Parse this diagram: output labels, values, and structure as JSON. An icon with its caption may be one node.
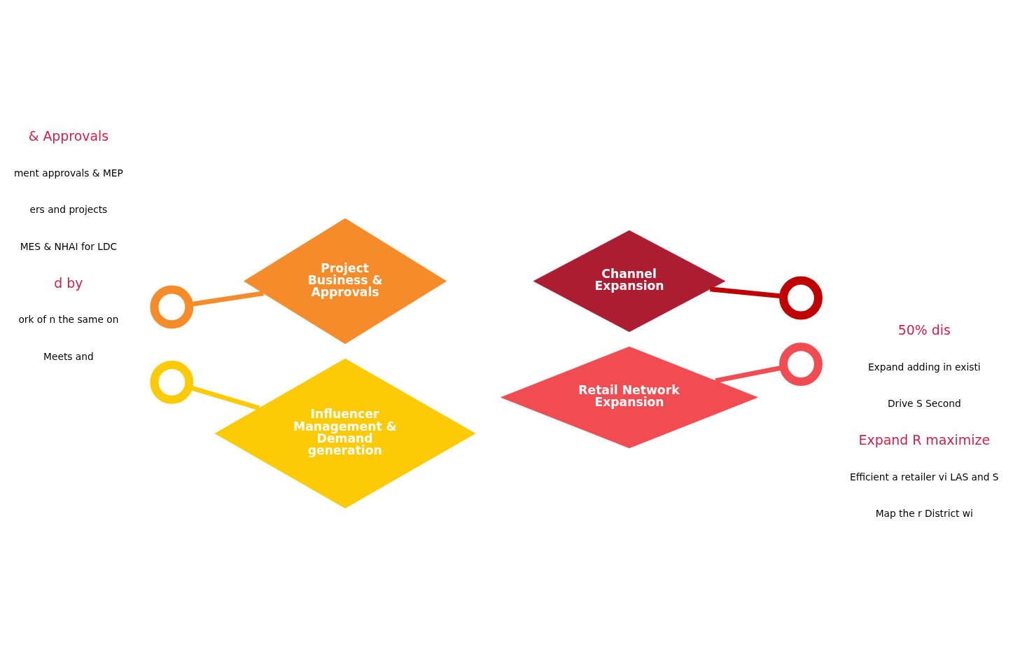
{
  "diagram": {
    "nodes": [
      {
        "text": [
          "Channel Expansion"
        ]
      },
      {
        "text": [
          "Project Business & Approvals"
        ]
      },
      {
        "text": [
          "Retail Network Expansion"
        ]
      },
      {
        "text": [
          "Influencer Management & Demand generation"
        ]
      },
      {
        "text": [],
        "shape": "circle"
      },
      {
        "text": [],
        "shape": "circle"
      },
      {
        "text": [],
        "shape": "circle"
      },
      {
        "text": [],
        "shape": "circle"
      }
    ],
    "edges": [
      {
        "from": 0,
        "to": 4,
        "arrow": "none",
        "color": "#c00000"
      },
      {
        "from": 5,
        "to": 1,
        "arrow": "none",
        "color": "#f68b2a"
      },
      {
        "from": 2,
        "to": 6,
        "arrow": "none",
        "color": "#f04c52"
      },
      {
        "from": 7,
        "to": 3,
        "arrow": "none",
        "color": "#fdca06"
      }
    ],
    "labels": [
      "& Approvals",
      "ment approvals & MEP",
      "ers and projects",
      "MES & NHAI for LDC",
      "d by",
      "ork of n the same on",
      "Meets and",
      "50% dis",
      "Expand adding in existi",
      "Drive S Second",
      "Expand R maximize",
      "Efficient a retailer vi LAS and S",
      "Map the r District wi"
    ]
  }
}
